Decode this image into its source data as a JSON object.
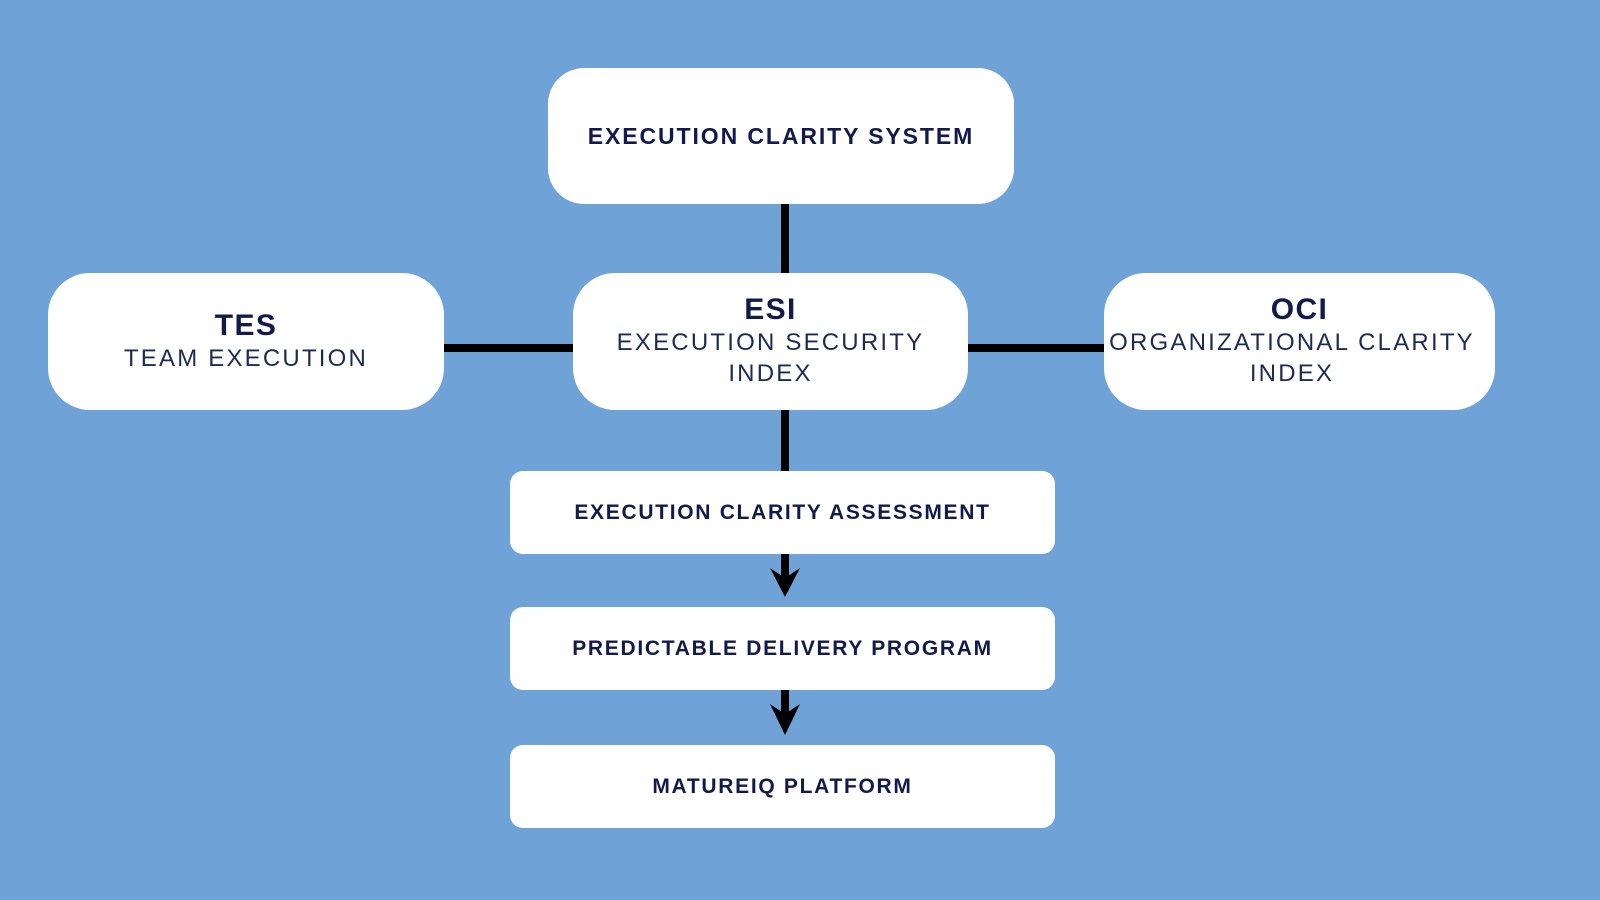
{
  "diagram": {
    "background_color": "#6fa3d7",
    "node_fill_color": "#ffffff",
    "text_color": "#111a4a",
    "connector_color": "#000000",
    "system": {
      "title": "EXECUTION CLARITY SYSTEM"
    },
    "pillars": [
      {
        "abbr": "TES",
        "name": "TEAM EXECUTION"
      },
      {
        "abbr": "ESI",
        "name": "EXECUTION SECURITY INDEX"
      },
      {
        "abbr": "OCI",
        "name": "ORGANIZATIONAL CLARITY INDEX"
      }
    ],
    "flow": [
      {
        "label": "EXECUTION CLARITY ASSESSMENT"
      },
      {
        "label": "PREDICTABLE DELIVERY PROGRAM"
      },
      {
        "label": "MATUREIQ PLATFORM"
      }
    ]
  }
}
